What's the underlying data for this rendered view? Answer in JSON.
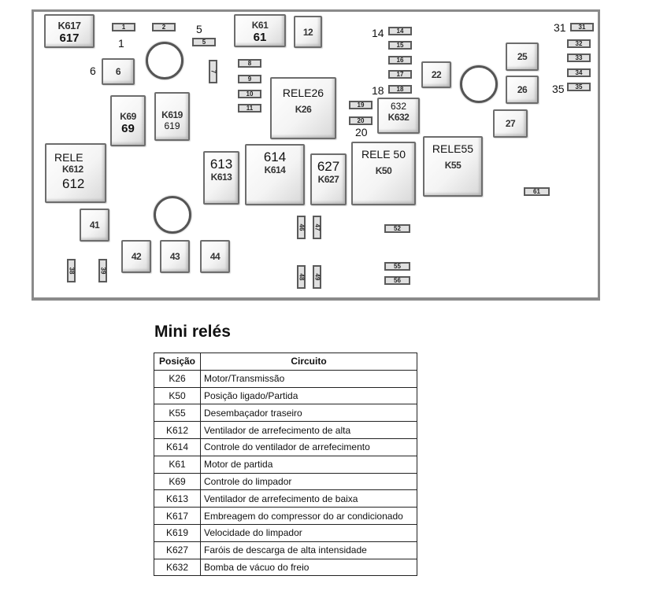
{
  "diagram": {
    "relays": [
      {
        "id": "k617",
        "code": "K617",
        "number": "617"
      },
      {
        "id": "k61",
        "code": "K61",
        "number": "61"
      },
      {
        "id": "k69",
        "code": "K69",
        "number": "69"
      },
      {
        "id": "k619",
        "code": "K619",
        "number": "619"
      },
      {
        "id": "k26",
        "label": "RELE26",
        "code": "K26"
      },
      {
        "id": "k632",
        "number": "632",
        "code": "K632"
      },
      {
        "id": "k612",
        "label": "RELE",
        "code": "K612",
        "number": "612"
      },
      {
        "id": "k613",
        "number": "613",
        "code": "K613"
      },
      {
        "id": "k614",
        "number": "614",
        "code": "K614"
      },
      {
        "id": "k627",
        "number": "627",
        "code": "K627"
      },
      {
        "id": "k50",
        "label": "RELE 50",
        "code": "K50"
      },
      {
        "id": "k55",
        "label": "RELE55",
        "code": "K55"
      }
    ],
    "blocks": {
      "b6": "6",
      "b12": "12",
      "b22": "22",
      "b25": "25",
      "b26": "26",
      "b27": "27",
      "b41": "41",
      "b42": "42",
      "b43": "43",
      "b44": "44"
    },
    "fuses": {
      "f1": "1",
      "f2": "2",
      "f5": "5",
      "f7": "7",
      "f8": "8",
      "f9": "9",
      "f10": "10",
      "f11": "11",
      "f14": "14",
      "f15": "15",
      "f16": "16",
      "f17": "17",
      "f18": "18",
      "f19": "19",
      "f20": "20",
      "f31": "31",
      "f32": "32",
      "f33": "33",
      "f34": "34",
      "f35": "35",
      "f38": "38",
      "f39": "39",
      "f46": "46",
      "f47": "47",
      "f48": "48",
      "f49": "49",
      "f52": "52",
      "f55": "55",
      "f56": "56",
      "f61": "61"
    },
    "callouts": {
      "c1": "1",
      "c5": "5",
      "c6": "6",
      "c14": "14",
      "c18": "18",
      "c20": "20",
      "c31": "31",
      "c35": "35"
    }
  },
  "table": {
    "title": "Mini relés",
    "headers": {
      "position": "Posição",
      "circuit": "Circuito"
    },
    "rows": [
      {
        "position": "K26",
        "circuit": "Motor/Transmissão"
      },
      {
        "position": "K50",
        "circuit": "Posição ligado/Partida"
      },
      {
        "position": "K55",
        "circuit": "Desembaçador traseiro"
      },
      {
        "position": "K612",
        "circuit": "Ventilador de arrefecimento de alta"
      },
      {
        "position": "K614",
        "circuit": "Controle do ventilador de arrefecimento"
      },
      {
        "position": "K61",
        "circuit": "Motor de partida"
      },
      {
        "position": "K69",
        "circuit": "Controle do limpador"
      },
      {
        "position": "K613",
        "circuit": "Ventilador de arrefecimento de baixa"
      },
      {
        "position": "K617",
        "circuit": "Embreagem do compressor do ar condicionado"
      },
      {
        "position": "K619",
        "circuit": "Velocidade do limpador"
      },
      {
        "position": "K627",
        "circuit": "Faróis de descarga de alta intensidade"
      },
      {
        "position": "K632",
        "circuit": "Bomba de vácuo do freio"
      }
    ]
  }
}
